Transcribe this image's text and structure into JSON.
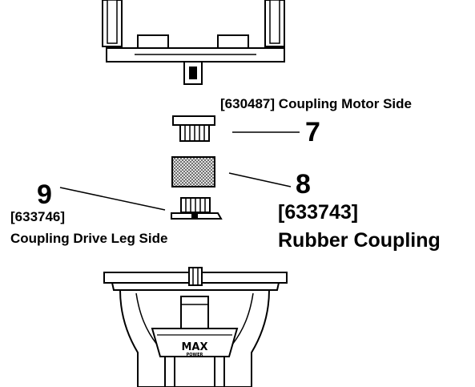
{
  "parts": [
    {
      "number": "7",
      "part_no": "[630487]",
      "description": "Coupling Motor Side"
    },
    {
      "number": "8",
      "part_no": "[633743]",
      "description_1": "Rubber",
      "description_2": "Coupling"
    },
    {
      "number": "9",
      "part_no": "[633746]",
      "description": "Coupling Drive Leg Side"
    }
  ],
  "logo": {
    "text_main": "MAX",
    "text_sub": "POWER"
  },
  "colors": {
    "line": "#000000",
    "background": "#ffffff",
    "mesh": "#888888"
  }
}
